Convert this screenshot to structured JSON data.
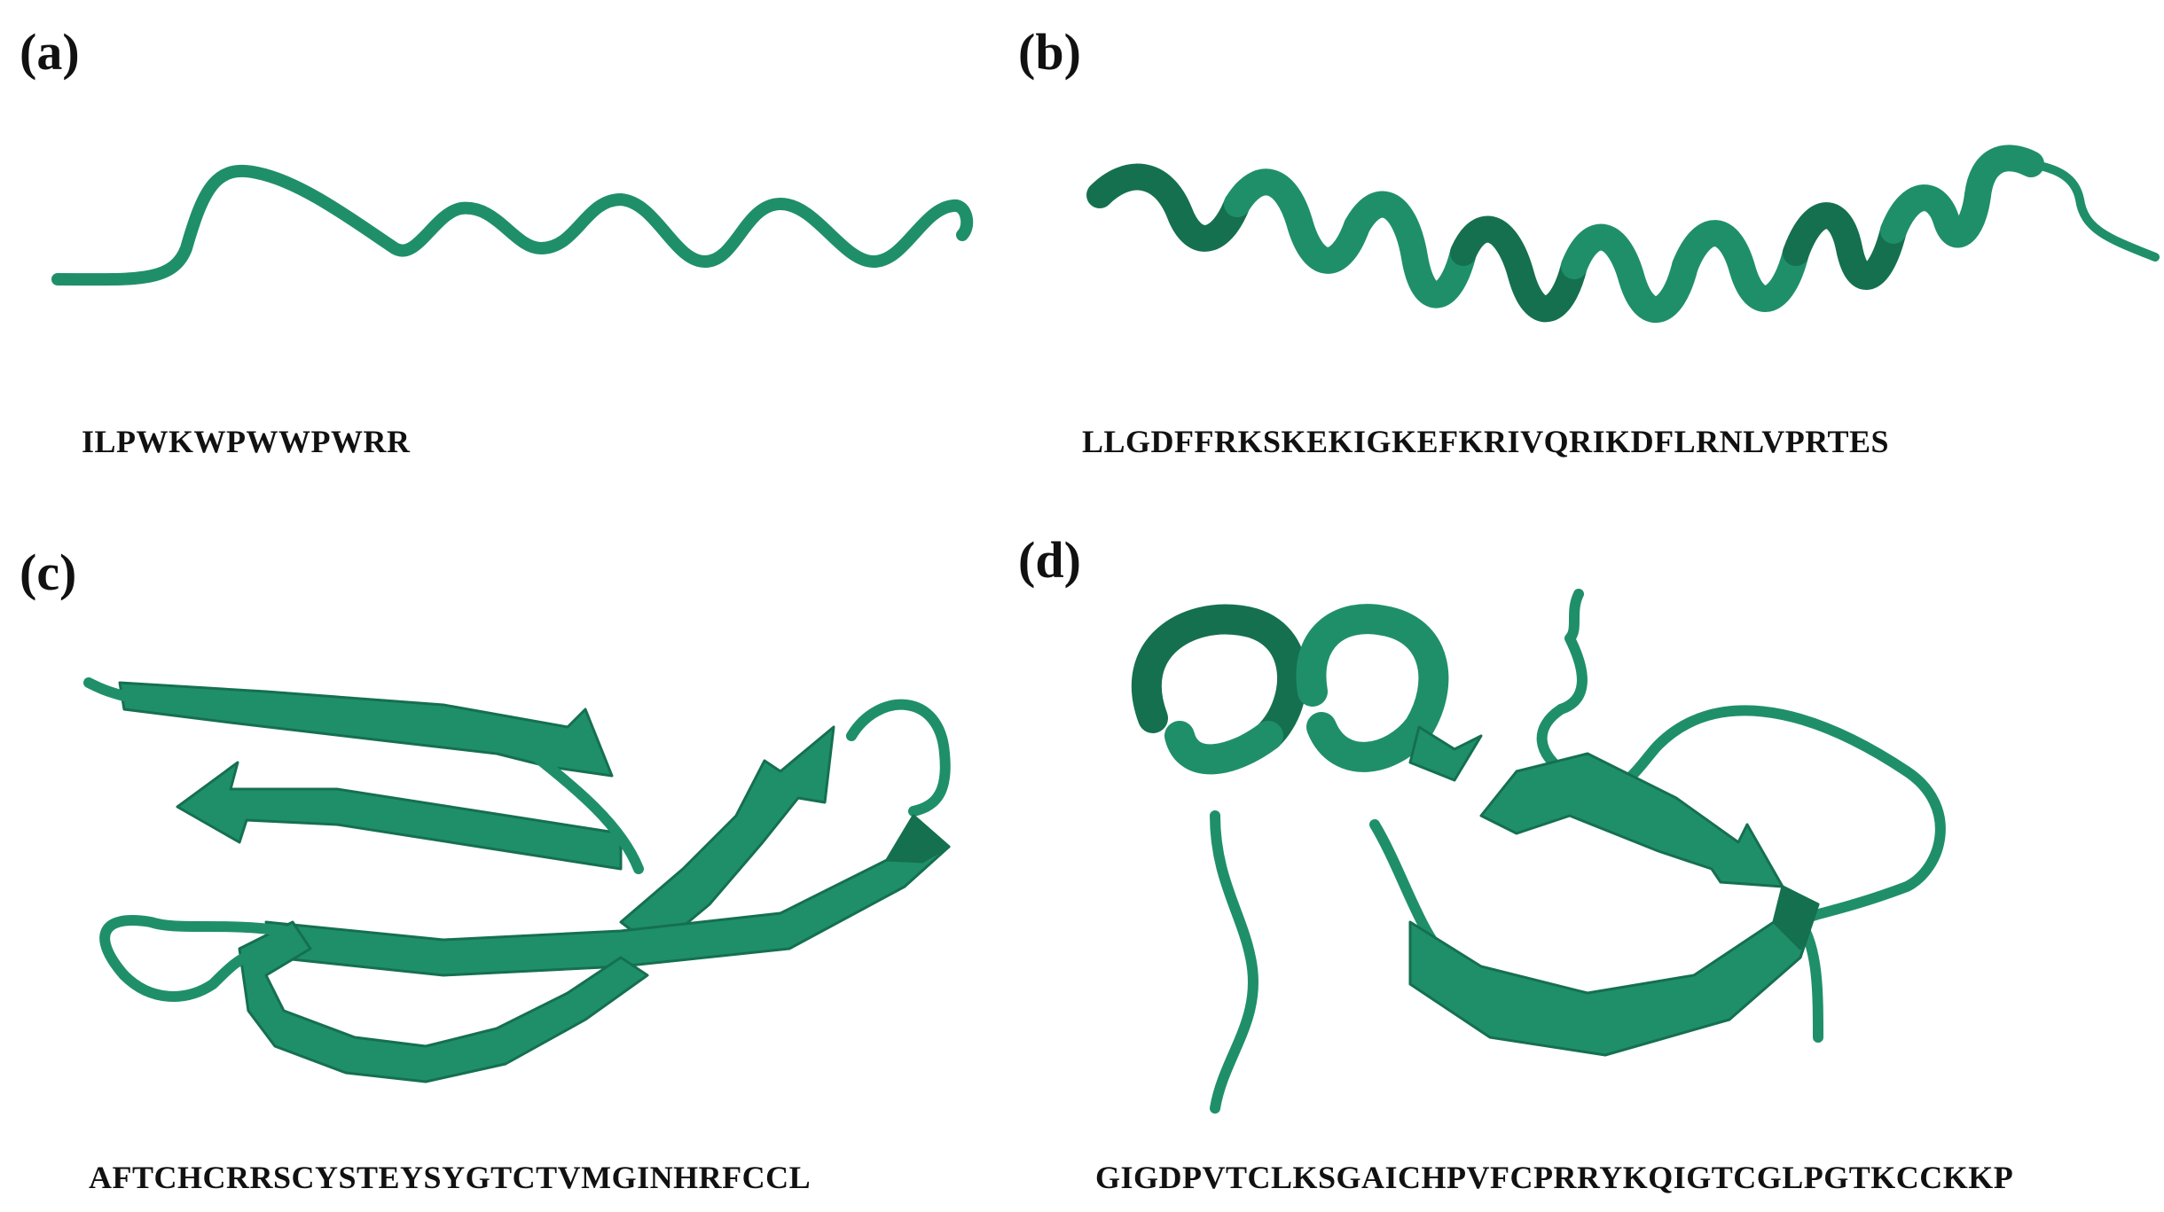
{
  "colors": {
    "ribbon": "#1f8f6a",
    "ribbon_dark": "#15704f"
  },
  "panels": [
    {
      "label": "(a)",
      "sequence": "ILPWKWPWWPWRR"
    },
    {
      "label": "(b)",
      "sequence": "LLGDFFRKSKEKIGKEFKRIVQRIKDFLRNLVPRTES"
    },
    {
      "label": "(c)",
      "sequence": "AFTCHCRRSCYSTEYSYGTCTVMGINHRFCCL"
    },
    {
      "label": "(d)",
      "sequence": "GIGDPVTCLKSGAICHPVFCPRRYKQIGTCGLPGTKCCKKP"
    }
  ]
}
